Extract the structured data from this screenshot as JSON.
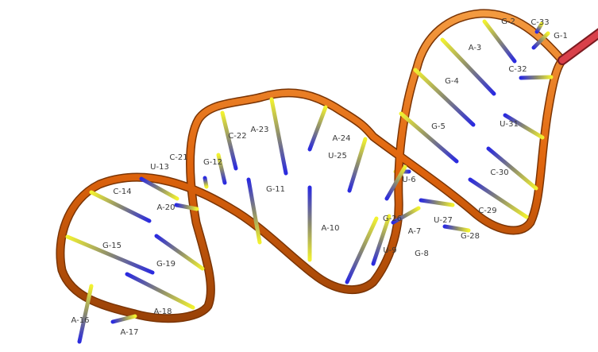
{
  "title": "RNA hairpin structure (cartoon with base sticks)",
  "colors": {
    "backbone": "#e0640c",
    "backbone_dark": "#8a3a05",
    "terminal": "#d9404a",
    "base_purine_end": "#f2f230",
    "base_pyrimidine_end": "#2a2ae0"
  },
  "residues": [
    "G-1",
    "G-2",
    "A-3",
    "G-4",
    "G-5",
    "U-6",
    "A-7",
    "G-8",
    "U-9",
    "A-10",
    "G-11",
    "G-12",
    "U-13",
    "C-14",
    "G-15",
    "A-16",
    "A-17",
    "A-18",
    "G-19",
    "A-20",
    "C-21",
    "C-22",
    "A-23",
    "A-24",
    "U-25",
    "G-26",
    "U-27",
    "G-28",
    "C-29",
    "C-30",
    "U-31",
    "C-32",
    "C-33"
  ]
}
